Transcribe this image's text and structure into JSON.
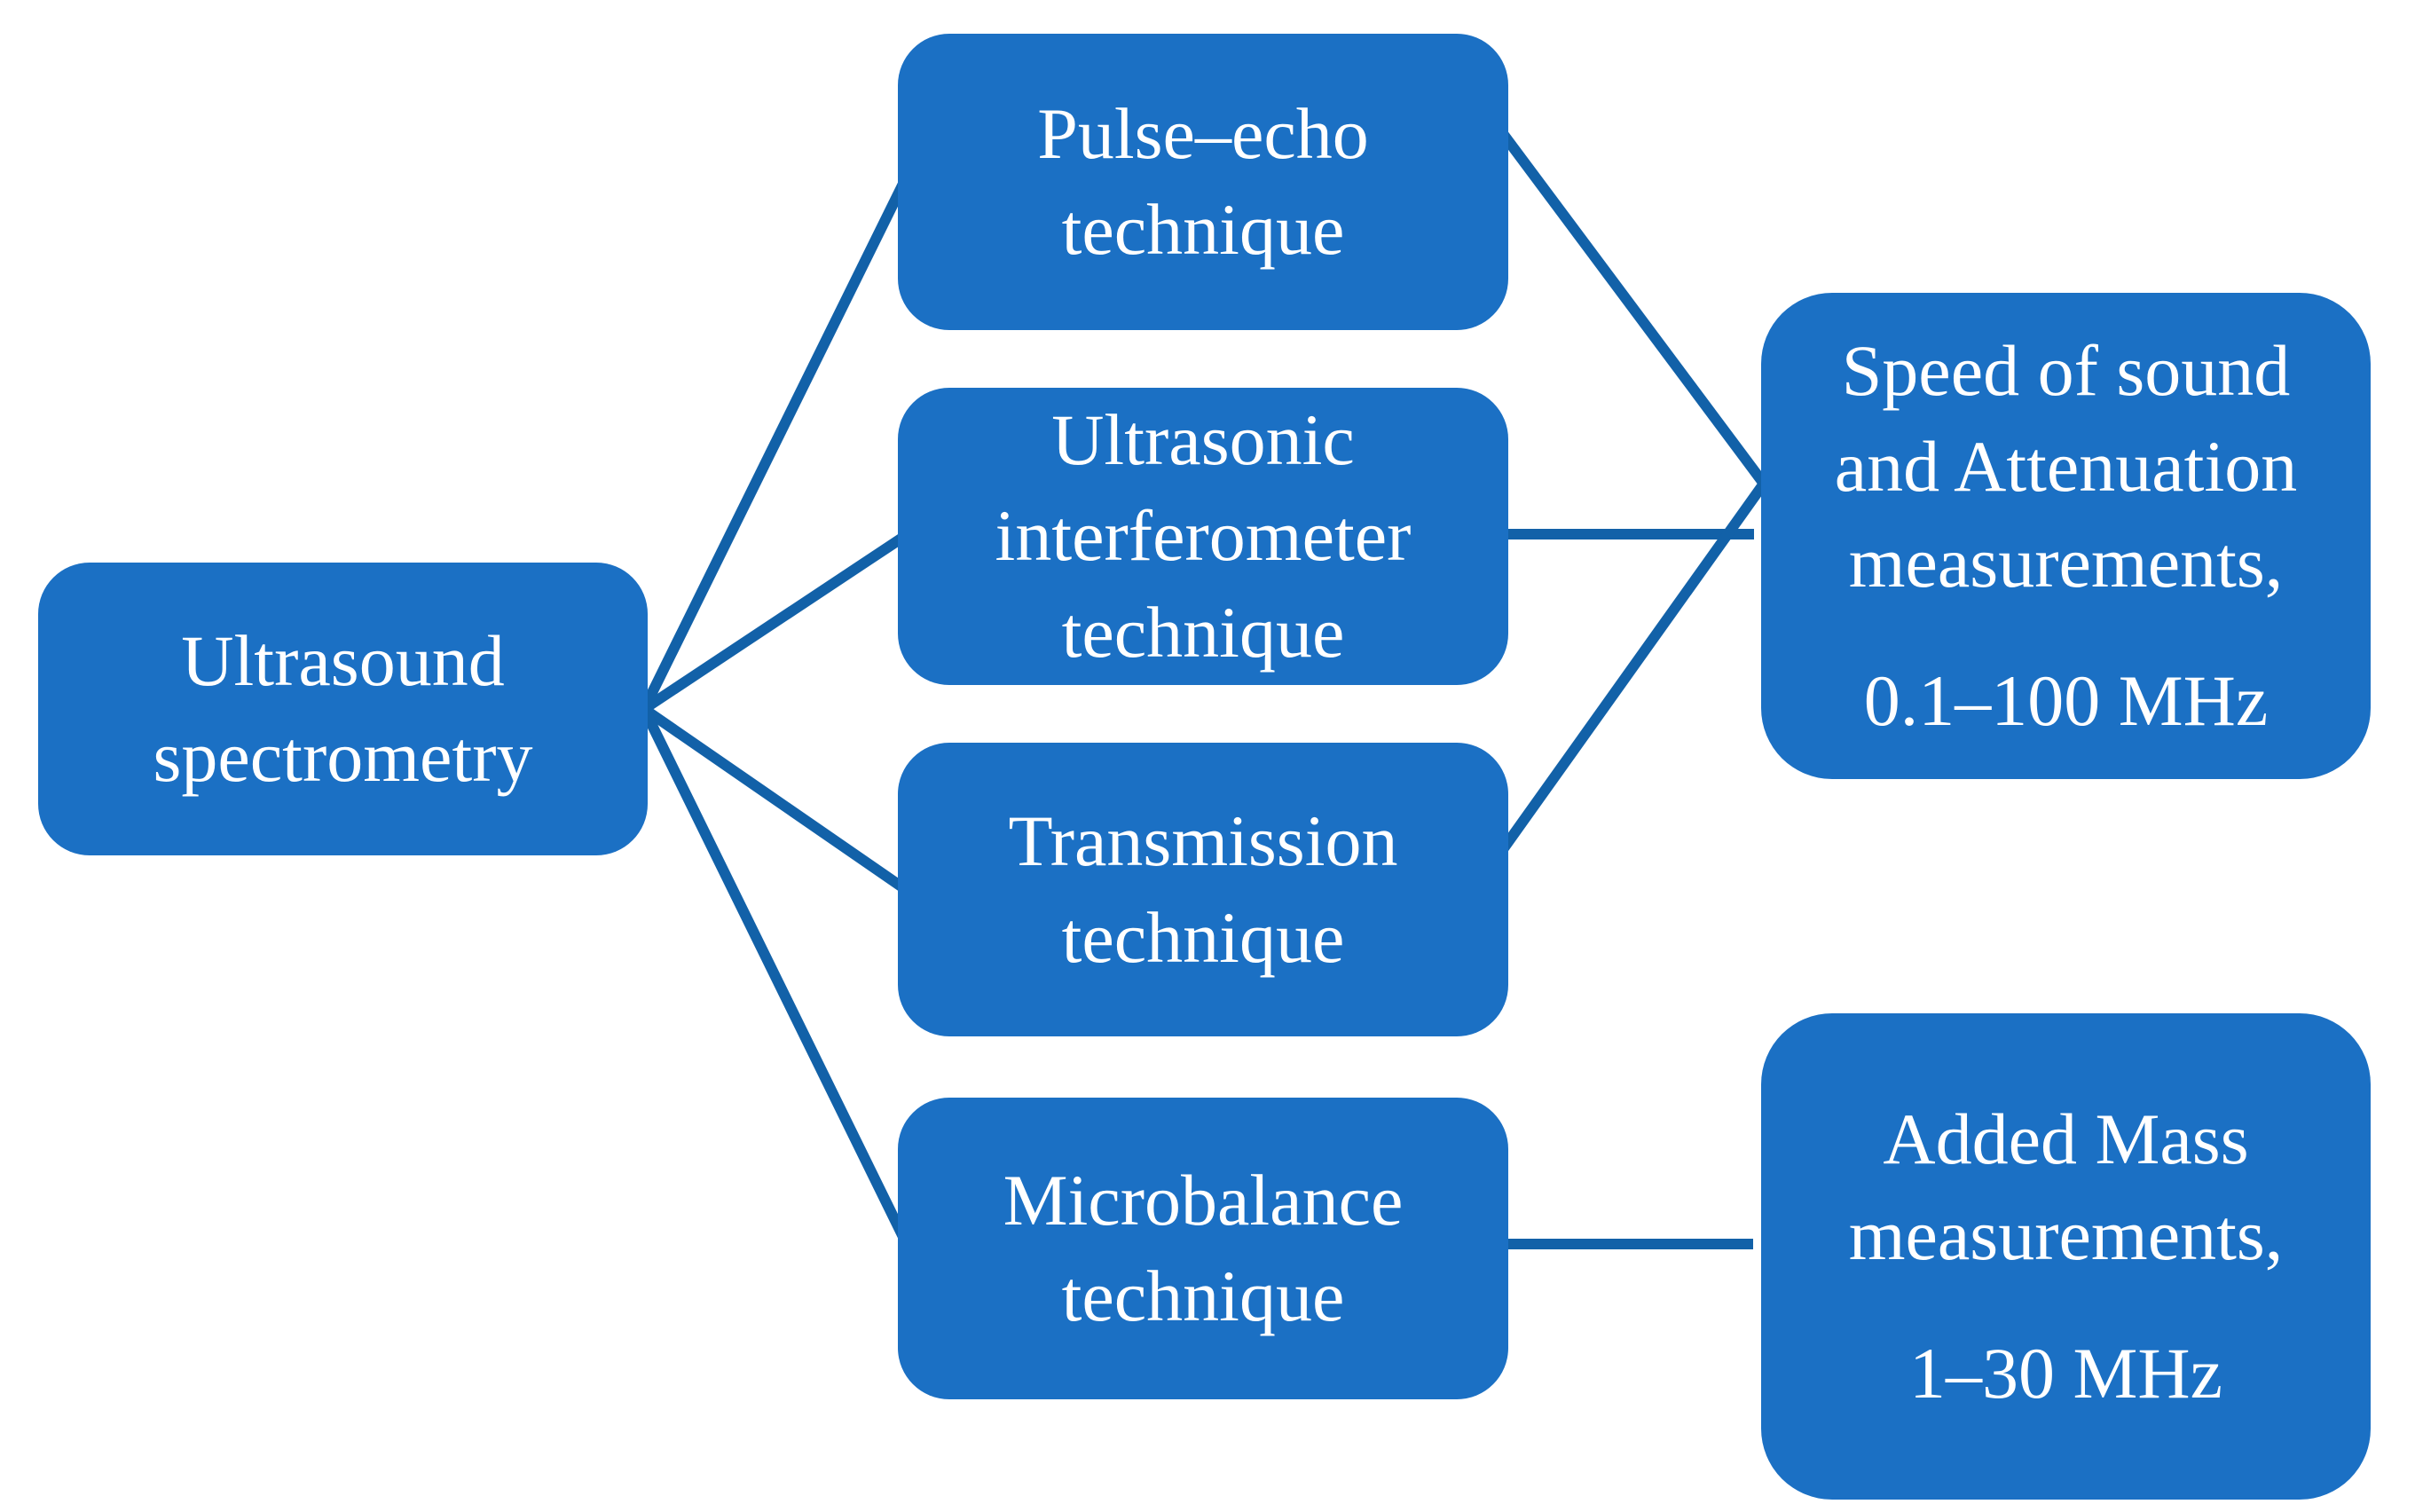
{
  "diagram": {
    "root": {
      "label": "Ultrasound spectrometry"
    },
    "techniques": [
      {
        "label": "Pulse–echo technique"
      },
      {
        "label": "Ultrasonic interferometer technique"
      },
      {
        "label": "Transmission technique"
      },
      {
        "label": "Microbalance technique"
      }
    ],
    "outputs": [
      {
        "label": "Speed of sound and Attenuation measurements,",
        "range": "0.1–100 MHz"
      },
      {
        "label": "Added Mass measurements,",
        "range": "1–30 MHz"
      }
    ],
    "colors": {
      "box_fill": "#1B70C4",
      "connector": "#1261A8",
      "text": "#FFFFFF",
      "background": "#FFFFFF"
    }
  }
}
